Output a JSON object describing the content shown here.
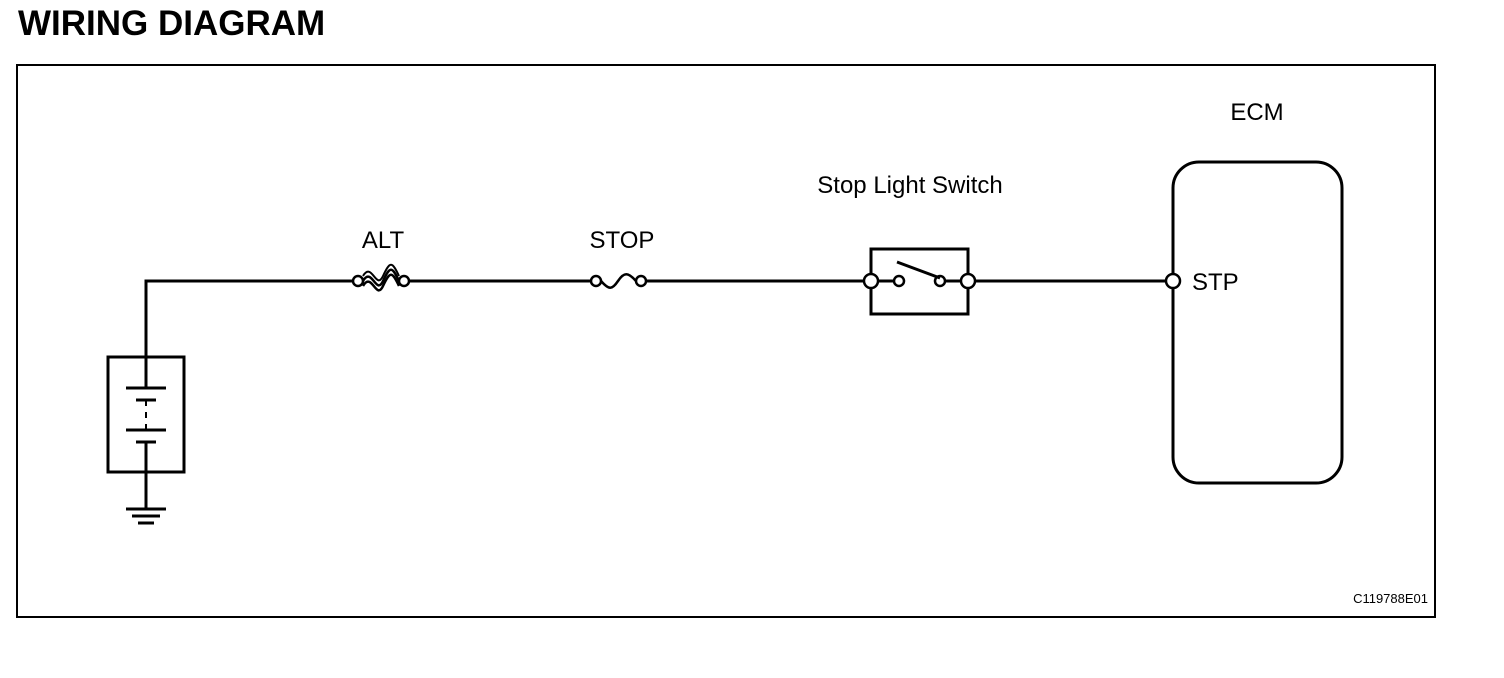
{
  "heading": "WIRING DIAGRAM",
  "labels": {
    "alt_fuse": "ALT",
    "stop_fuse": "STOP",
    "switch": "Stop Light Switch",
    "ecm": "ECM",
    "ecm_terminal": "STP",
    "figure_code": "C119788E01"
  },
  "colors": {
    "ink": "#000000",
    "background": "#ffffff"
  }
}
